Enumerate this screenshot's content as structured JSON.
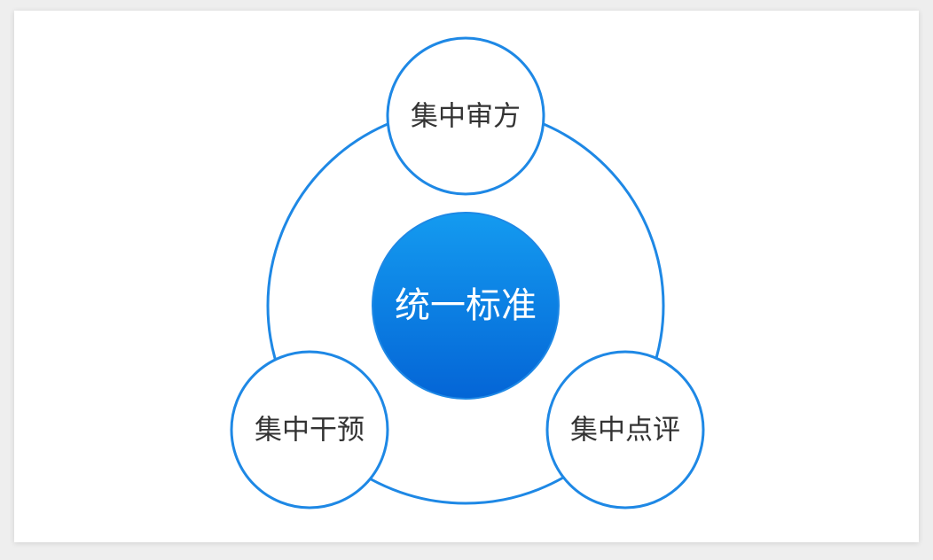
{
  "diagram": {
    "center": {
      "label": "统一标准"
    },
    "nodes": [
      {
        "label": "集中审方"
      },
      {
        "label": "集中干预"
      },
      {
        "label": "集中点评"
      }
    ]
  },
  "colors": {
    "ring_stroke": "#1e88e5",
    "center_gradient_top": "#149bf0",
    "center_gradient_bottom": "#0465d6",
    "center_text": "#ffffff",
    "node_text": "#333333"
  }
}
